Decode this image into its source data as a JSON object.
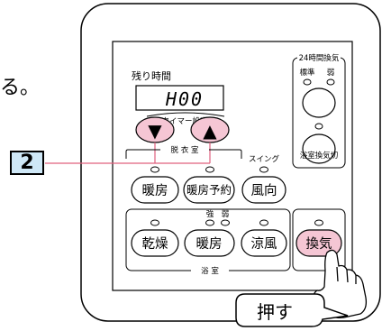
{
  "intro_fragment": "る。",
  "step_badge": "2",
  "panel": {
    "remaining_time_label": "残り時間",
    "time_display": "H00",
    "timer_setting_label": "タイマー設定",
    "timer_down_symbol": "▼",
    "timer_up_symbol": "▲",
    "dressing_room_group_label": "脱 衣 室",
    "swing_label": "スイング",
    "dressing_buttons": [
      "暖房",
      "暖房予約",
      "風向"
    ],
    "ventilation_24h_label": "24時間換気",
    "standard_label": "標準",
    "weak_label": "弱",
    "bath_vent_off_label": "浴室換気切",
    "strong_label": "強",
    "weak_label_2": "弱",
    "bath_buttons": [
      "乾燥",
      "暖房",
      "涼風"
    ],
    "bath_group_label": "浴 室",
    "ventilation_button": "換気"
  },
  "callout": "押す",
  "colors": {
    "highlight_pink": "#f5c6d4",
    "badge_bg": "#cfe8f7",
    "line_pink": "#e0607e",
    "outline": "#000000"
  }
}
